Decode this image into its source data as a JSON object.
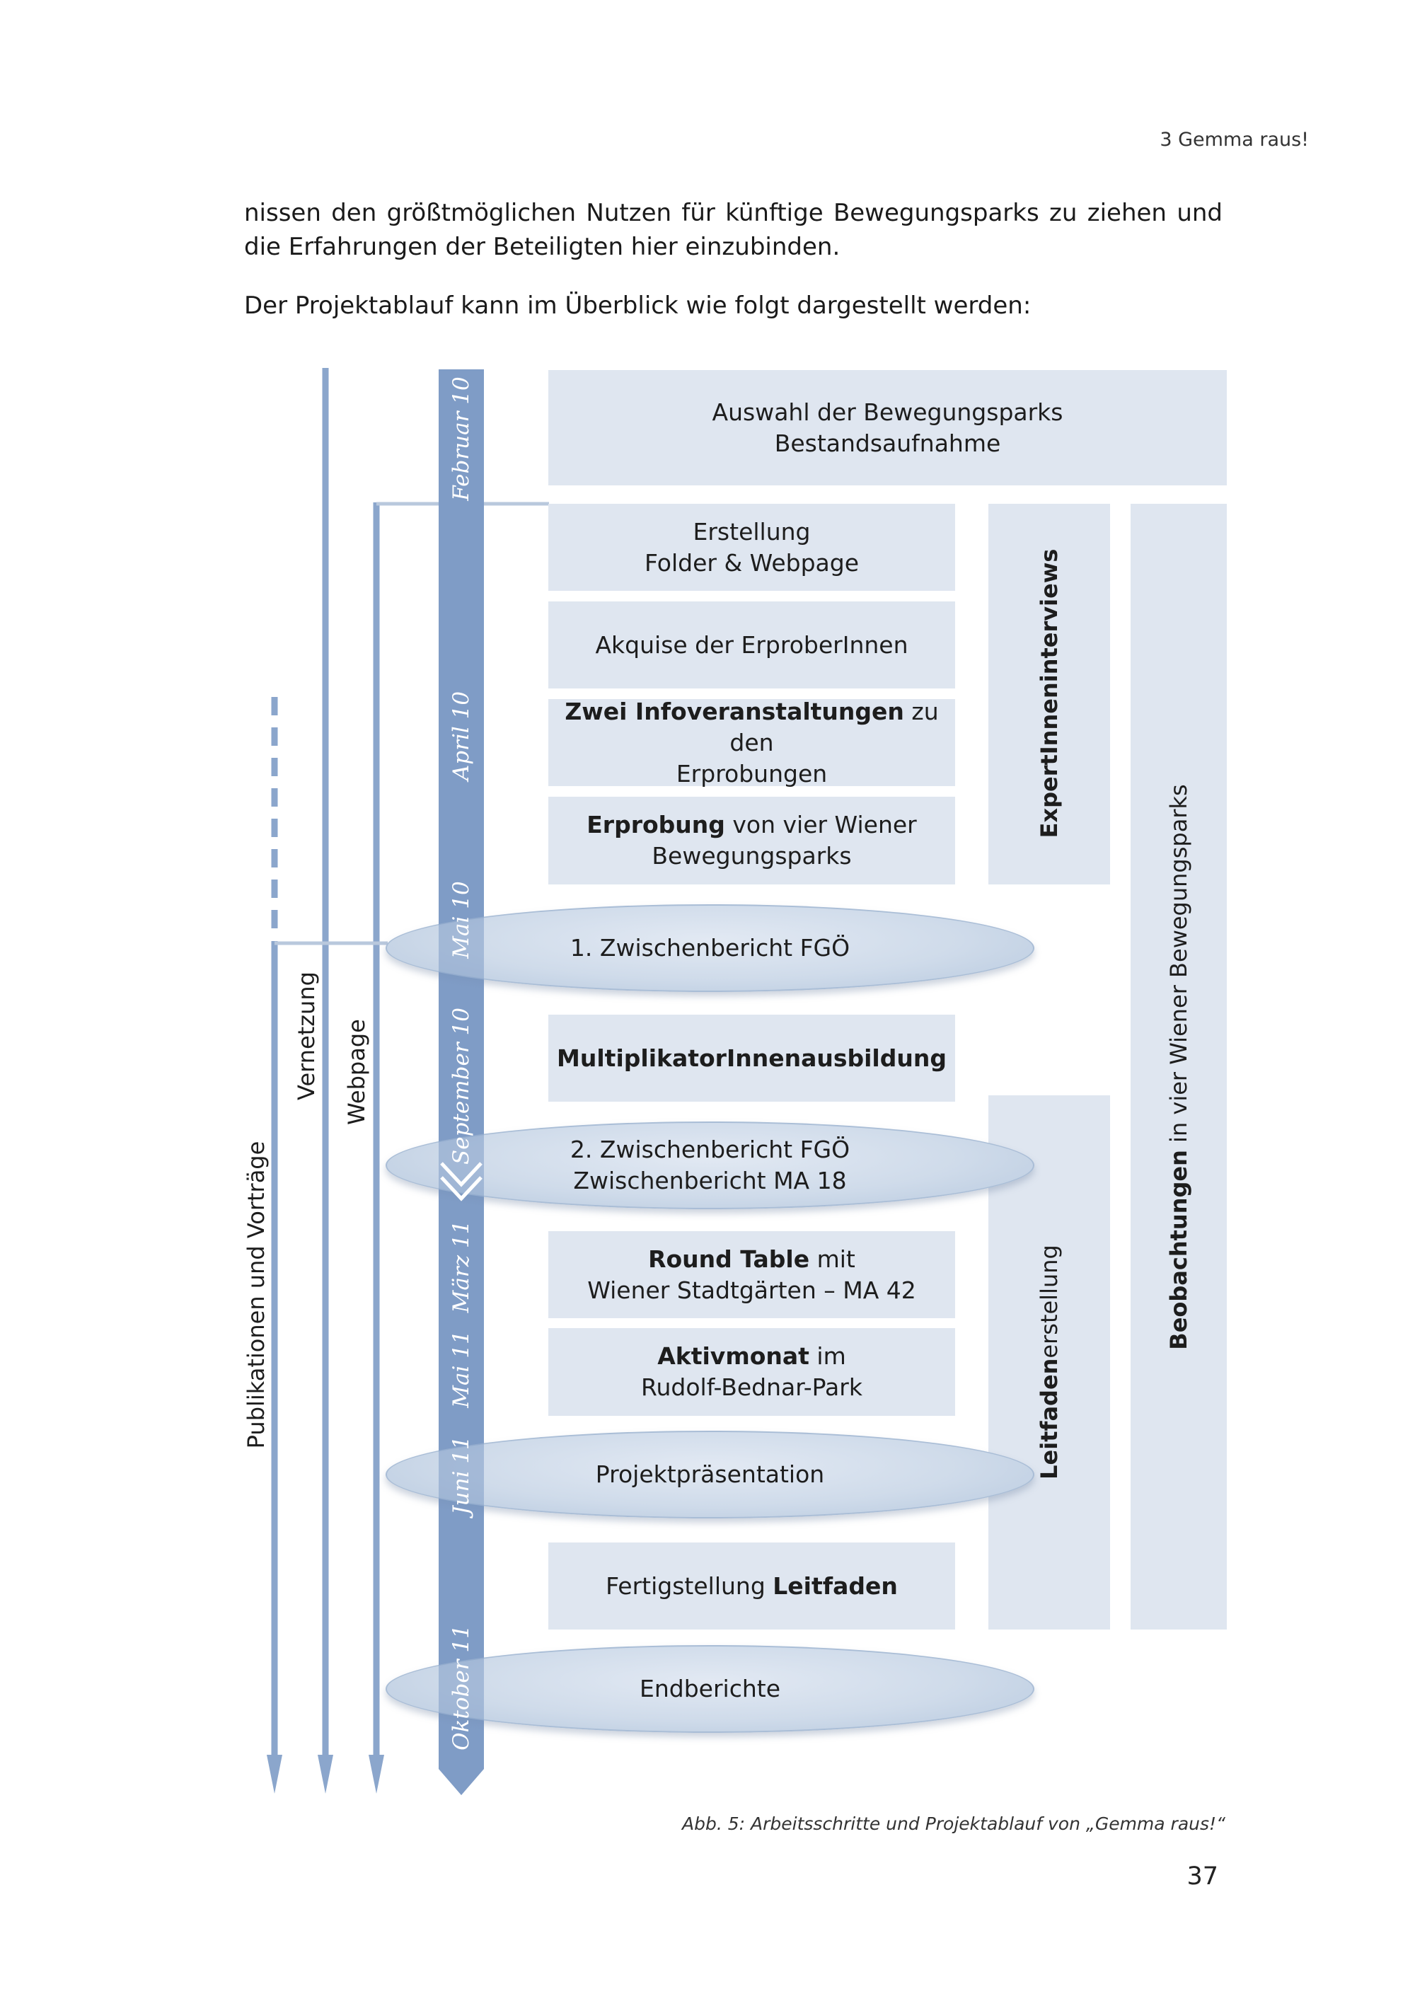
{
  "header": {
    "running_title": "3 Gemma raus!"
  },
  "body": {
    "paragraph1": "nissen den größtmöglichen Nutzen für künftige Bewegungsparks zu ziehen und die Erfahrungen der Beteiligten hier einzubinden.",
    "paragraph2": "Der Projektablauf kann im Überblick wie folgt dargestellt werden:"
  },
  "diagram": {
    "months": [
      "Februar 10",
      "April 10",
      "Mai 10",
      "September 10",
      "März 11",
      "Mai 11",
      "Juni 11",
      "Oktober 11"
    ],
    "left_arrows": [
      "Publikationen und Vorträge",
      "Vernetzung",
      "Webpage"
    ],
    "steps": {
      "auswahl": {
        "line1": "Auswahl der Bewegungsparks",
        "line2": "Bestandsaufnahme"
      },
      "erstellung": {
        "line1": "Erstellung",
        "line2": "Folder & Webpage"
      },
      "akquise": {
        "line1": "Akquise der ErproberInnen"
      },
      "info": {
        "bold": "Zwei Infoveranstaltungen",
        "rest": " zu den",
        "line2": "Erprobungen"
      },
      "erprobung": {
        "bold": "Erprobung",
        "rest": " von vier Wiener",
        "line2": "Bewegungsparks"
      },
      "zb1": {
        "line1": "1. Zwischenbericht FGÖ"
      },
      "multi": {
        "bold": "MultiplikatorInnenausbildung"
      },
      "zb2": {
        "line1": "2. Zwischenbericht FGÖ",
        "line2": "Zwischenbericht MA 18"
      },
      "round": {
        "bold": "Round Table",
        "rest": " mit",
        "line2": "Wiener Stadtgärten – MA 42"
      },
      "aktiv": {
        "bold": "Aktivmonat",
        "rest": " im",
        "line2": "Rudolf-Bednar-Park"
      },
      "praes": {
        "line1": "Projektpräsentation"
      },
      "fertig": {
        "pre": "Fertigstellung ",
        "bold": "Leitfaden"
      },
      "end": {
        "line1": "Endberichte"
      }
    },
    "side_columns": {
      "expert": {
        "bold": "ExpertInneninterviews"
      },
      "leitfaden": {
        "bold": "Leitfaden",
        "rest": "erstellung"
      },
      "beob": {
        "bold": "Beobachtungen",
        "rest": " in vier Wiener Bewegungsparks"
      }
    },
    "colors": {
      "timeline": "#7f9cc6",
      "arrow": "#8ba6cc",
      "box": "#dfe6f0"
    }
  },
  "caption": "Abb. 5: Arbeitsschritte und Projektablauf von „Gemma raus!“",
  "page_number": "37"
}
